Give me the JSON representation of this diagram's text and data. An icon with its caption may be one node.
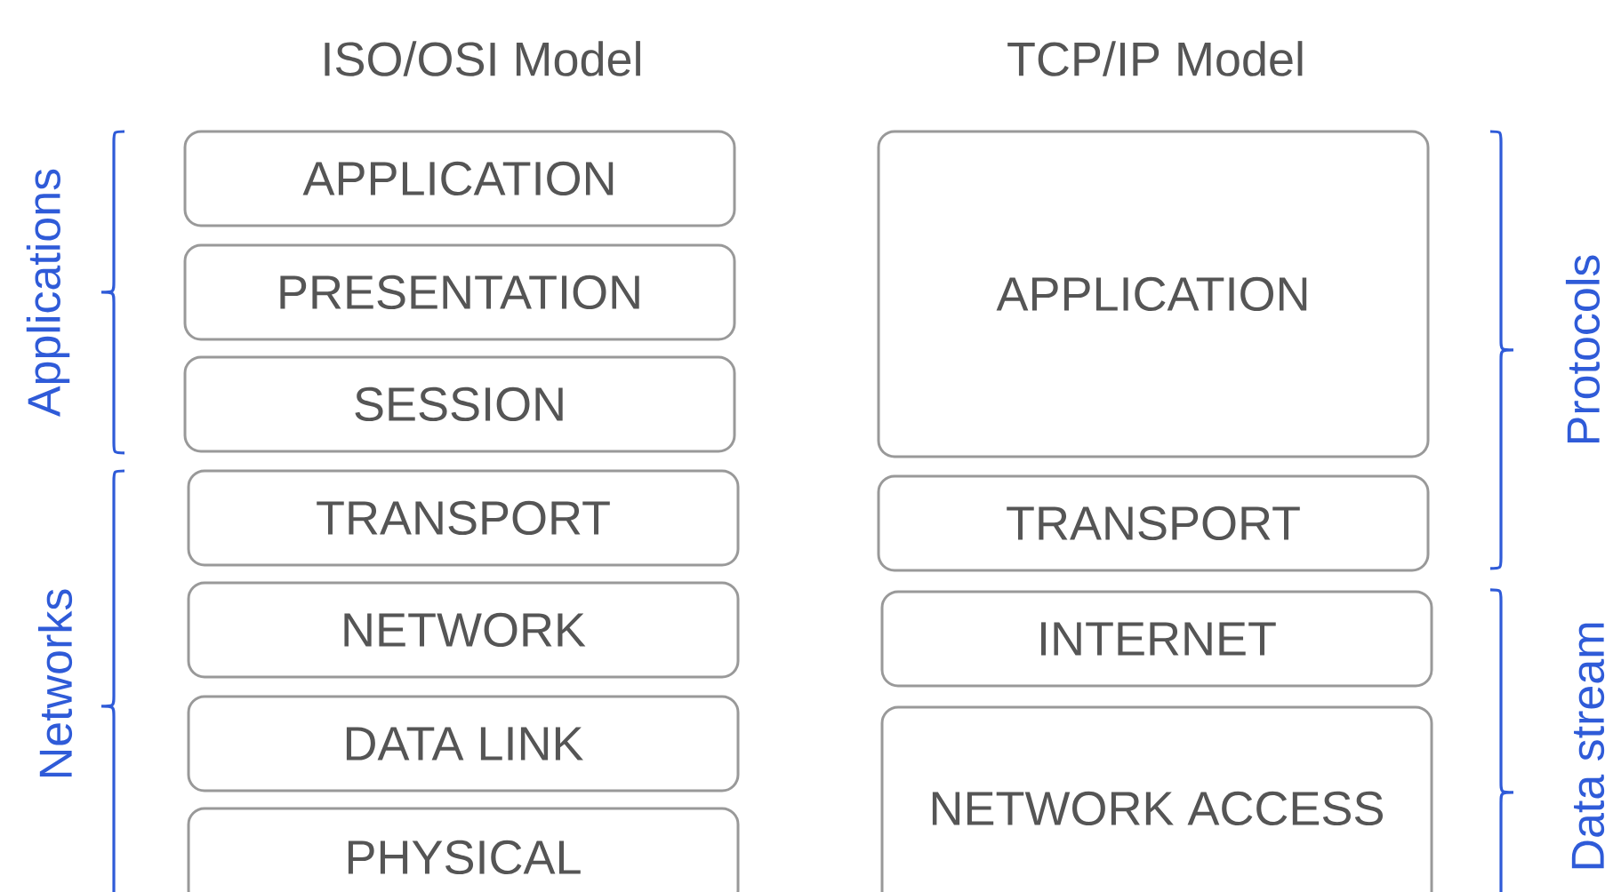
{
  "diagram": {
    "nodes": [
      {
        "text": [
          "APPLICATION"
        ]
      },
      {
        "text": [
          "PRESENTATION"
        ]
      },
      {
        "text": [
          "SESSION"
        ]
      },
      {
        "text": [
          "TRANSPORT"
        ]
      },
      {
        "text": [
          "NETWORK"
        ]
      },
      {
        "text": [
          "DATA LINK"
        ]
      },
      {
        "text": [
          "PHYSICAL"
        ]
      },
      {
        "text": [
          "APPLICATION"
        ]
      },
      {
        "text": [
          "TRANSPORT"
        ]
      },
      {
        "text": [
          "INTERNET"
        ]
      },
      {
        "text": [
          "NETWORK ACCESS"
        ]
      }
    ],
    "labels": [
      "ISO/OSI Model",
      "TCP/IP Model",
      "Applications",
      "Networks",
      "Protocols",
      "Data stream"
    ]
  }
}
